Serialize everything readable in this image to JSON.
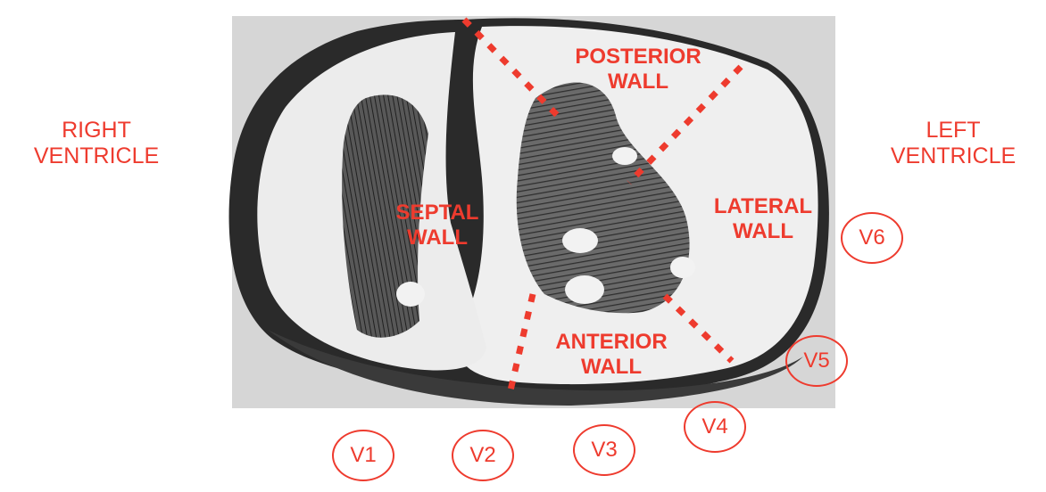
{
  "side_labels": {
    "right": [
      "RIGHT",
      "VENTRICLE"
    ],
    "left": [
      "LEFT",
      "VENTRICLE"
    ]
  },
  "walls": {
    "posterior": [
      "POSTERIOR",
      "WALL"
    ],
    "septal": [
      "SEPTAL",
      "WALL"
    ],
    "lateral": [
      "LATERAL",
      "WALL"
    ],
    "anterior": [
      "ANTERIOR",
      "WALL"
    ]
  },
  "leads": [
    "V1",
    "V2",
    "V3",
    "V4",
    "V5",
    "V6"
  ],
  "colors": {
    "annotation": "#ee3b2e",
    "engraving_bg": "#d9d9d9"
  }
}
